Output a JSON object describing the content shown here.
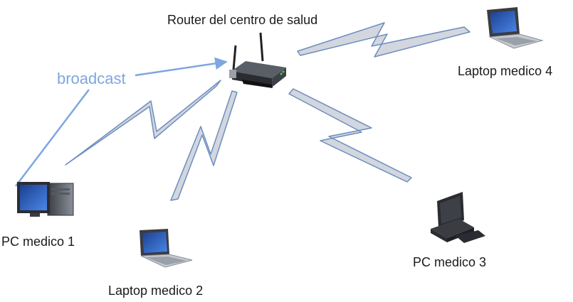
{
  "router": {
    "label": "Router del centro de salud"
  },
  "broadcast": {
    "label": "broadcast",
    "color": "#7ea6e0"
  },
  "nodes": [
    {
      "id": "pc1",
      "label": "PC medico 1",
      "icon": "desktop-computer-icon"
    },
    {
      "id": "laptop2",
      "label": "Laptop medico 2",
      "icon": "laptop-icon"
    },
    {
      "id": "pc3",
      "label": "PC medico 3",
      "icon": "workstation-icon"
    },
    {
      "id": "laptop4",
      "label": "Laptop medico 4",
      "icon": "laptop-icon"
    }
  ],
  "colors": {
    "bolt_fill": "#d3d6de",
    "bolt_stroke": "#6c8ebf",
    "text": "#1a1a1a"
  }
}
